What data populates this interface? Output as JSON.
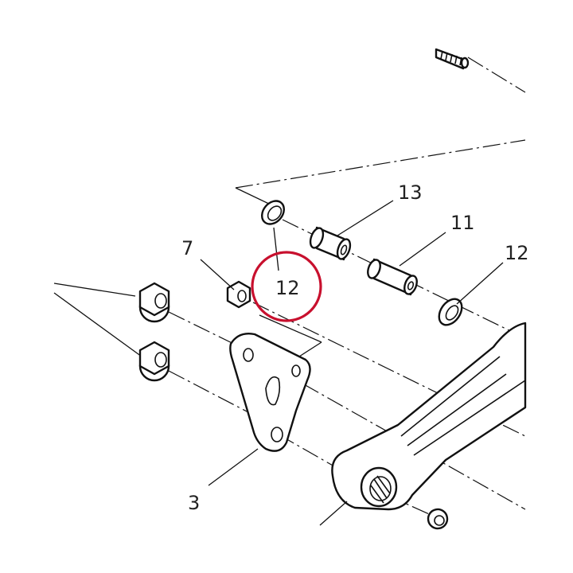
{
  "diagram": {
    "callouts": [
      {
        "id": "label-13",
        "text": "13"
      },
      {
        "id": "label-11",
        "text": "11"
      },
      {
        "id": "label-12-right",
        "text": "12"
      },
      {
        "id": "label-7",
        "text": "7"
      },
      {
        "id": "label-12-highlight",
        "text": "12"
      },
      {
        "id": "label-3",
        "text": "3"
      }
    ],
    "highlight": {
      "color": "#c8102e",
      "target": "12"
    }
  }
}
